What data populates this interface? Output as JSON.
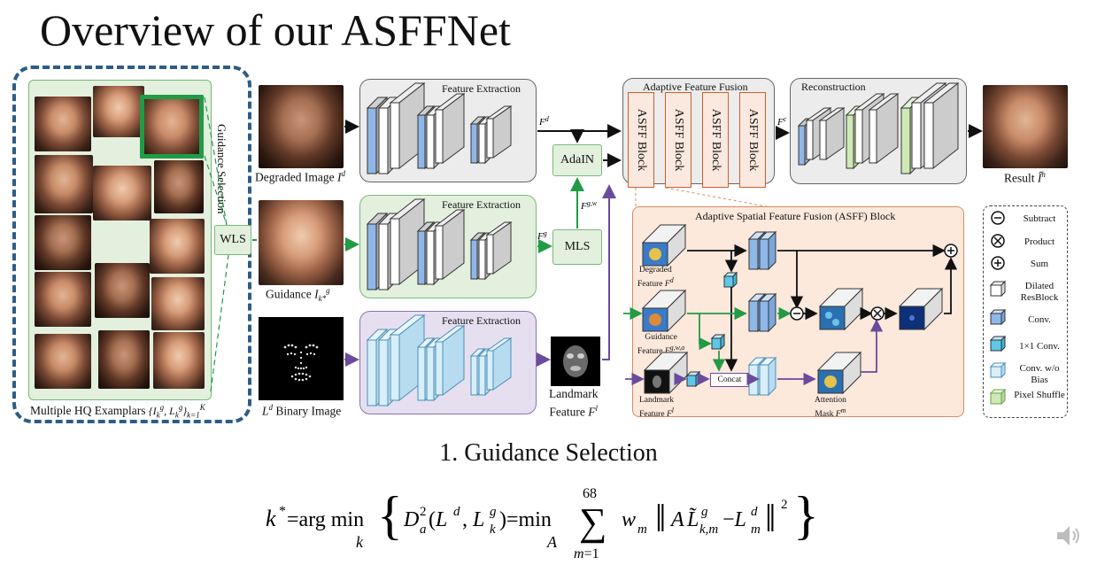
{
  "title": "Overview of our ASFFNet",
  "exemplars": {
    "caption_prefix": "Multiple HQ Examplars",
    "guidance_selection_label": "Guidance Selection",
    "wls_label": "WLS"
  },
  "inputs": {
    "degraded_caption": "Degraded Image",
    "guidance_caption": "Guidance",
    "binary_caption": "Binary Image",
    "landmark_caption_line1": "Landmark",
    "landmark_caption_line2": "Feature"
  },
  "blocks": {
    "feature_extraction": "Feature Extraction",
    "adaptive_feature_fusion": "Adaptive Feature Fusion",
    "asff_block": "ASFF Block",
    "reconstruction": "Reconstruction",
    "adain": "AdaIN",
    "mls": "MLS",
    "asff_title": "Adaptive Spatial Feature Fusion (ASFF) Block",
    "concat": "Concat"
  },
  "asff_labels": {
    "degraded": [
      "Degraded",
      "Feature"
    ],
    "guidance": [
      "Guidance",
      "Feature"
    ],
    "landmark": [
      "Landmark",
      "Feature"
    ],
    "attention": [
      "Attention",
      "Mask"
    ]
  },
  "output": {
    "result_caption": "Result"
  },
  "legend": {
    "items": [
      {
        "icon": "subtract-icon",
        "label": "Subtract"
      },
      {
        "icon": "product-icon",
        "label": "Product"
      },
      {
        "icon": "sum-icon",
        "label": "Sum"
      },
      {
        "icon": "dilated-resblock-icon",
        "label": "Dilated ResBlock",
        "color": "#ffffff"
      },
      {
        "icon": "conv-icon",
        "label": "Conv.",
        "color": "#8fb7e8"
      },
      {
        "icon": "conv1x1-icon",
        "label": "1×1 Conv.",
        "color": "#5ec8e8"
      },
      {
        "icon": "conv-nobias-icon",
        "label": "Conv. w/o Bias",
        "color": "#d8eef9"
      },
      {
        "icon": "pixel-shuffle-icon",
        "label": "Pixel Shuffle",
        "color": "#cfe8b8"
      }
    ]
  },
  "section_heading": "1. Guidance Selection",
  "colors": {
    "green": "#219b45",
    "purple": "#6a4b9c",
    "orange": "#cf5e2c",
    "blue_dash": "#2d5d86"
  }
}
